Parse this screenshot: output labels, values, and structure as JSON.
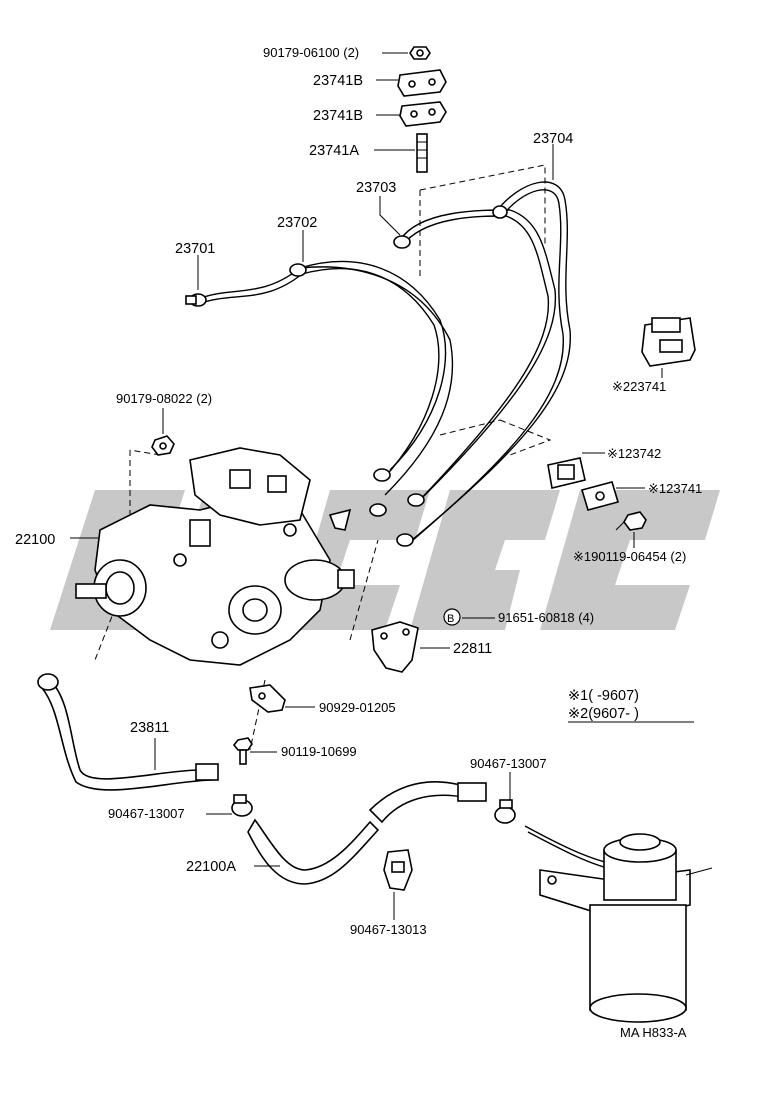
{
  "labels": {
    "nut_top": "90179-06100 (2)",
    "clamp_upper": "23741B",
    "clamp_lower": "23741B",
    "stud": "23741A",
    "pipe_4": "23704",
    "pipe_3": "23703",
    "pipe_2": "23702",
    "pipe_1": "23701",
    "clamp_side": "※223741",
    "nut_pump": "90179-08022 (2)",
    "pump": "22100",
    "clamp_142": "※123742",
    "clamp_141": "※123741",
    "bolt_side": "※190119-06454 (2)",
    "bolt_b": "91651-60818 (4)",
    "bolt_b_marker": "B",
    "bracket": "22811",
    "legend_1": "※1(        -9607)",
    "legend_2": "※2(9607-        )",
    "clamp_pipe": "90929-01205",
    "pipe_23811": "23811",
    "bolt_low": "90119-10699",
    "clip_right": "90467-13007",
    "clip_left": "90467-13007",
    "hose": "22100A",
    "clip_bottom": "90467-13013",
    "figure_code": "MA H833-A"
  },
  "colors": {
    "line": "#000000",
    "background": "#ffffff",
    "watermark": "#b9b9b9"
  }
}
